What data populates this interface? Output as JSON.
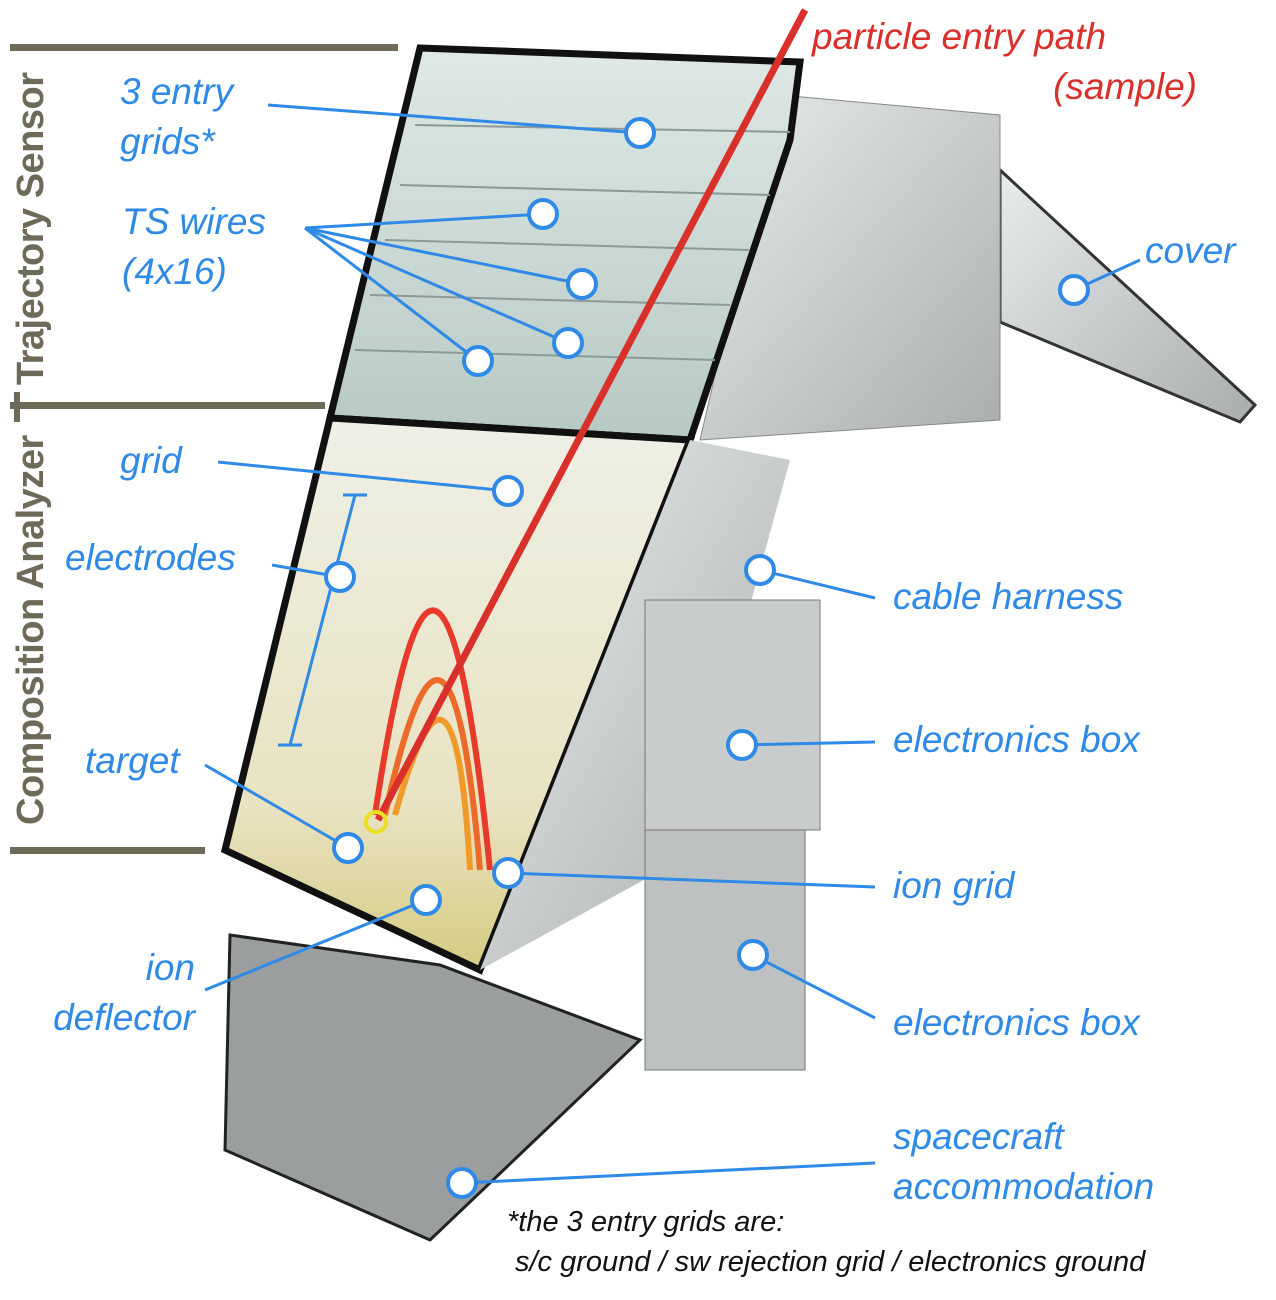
{
  "sections": {
    "trajectory_sensor": "Trajectory Sensor",
    "composition_analyzer": "Composition Analyzer"
  },
  "labels": {
    "entry_grids": [
      "3 entry",
      "grids*"
    ],
    "ts_wires": [
      "TS wires",
      "(4x16)"
    ],
    "grid": "grid",
    "electrodes": "electrodes",
    "target": "target",
    "ion_deflector": [
      "ion",
      "deflector"
    ],
    "particle_path": [
      "particle entry path",
      "(sample)"
    ],
    "cover": "cover",
    "cable_harness": "cable harness",
    "electronics_box_1": "electronics box",
    "ion_grid": "ion grid",
    "electronics_box_2": "electronics box",
    "spacecraft_accommodation": [
      "spacecraft",
      "accommodation"
    ]
  },
  "footnote": [
    "*the 3 entry grids are:",
    "s/c ground / sw rejection grid / electronics ground"
  ],
  "colors": {
    "label": "#2e8ae6",
    "path": "#d9302c",
    "section": "#6d6a58"
  }
}
